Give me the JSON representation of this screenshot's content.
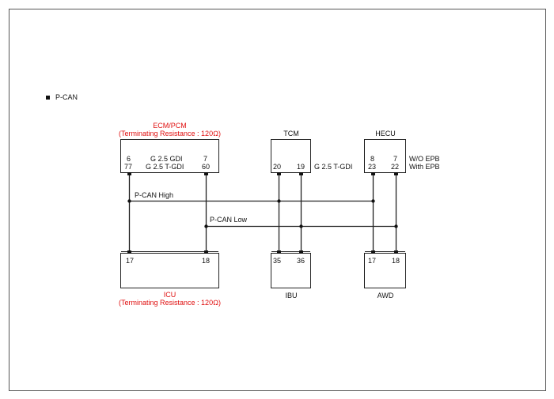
{
  "section_title": "P-CAN",
  "ecm": {
    "name": "ECM/PCM",
    "note": "(Terminating Resistance : 120Ω)",
    "pin_a1": "6",
    "pin_b1": "7",
    "pin_a2": "77",
    "pin_b2": "60",
    "variant1": "G 2.5 GDI",
    "variant2": "G 2.5 T-GDI",
    "color": "#e01010"
  },
  "tcm": {
    "name": "TCM",
    "pin_a": "20",
    "pin_b": "19",
    "variant": "G 2.5 T-GDI"
  },
  "hecu": {
    "name": "HECU",
    "pin_a1": "8",
    "pin_b1": "7",
    "pin_a2": "23",
    "pin_b2": "22",
    "variant1": "W/O EPB",
    "variant2": "With EPB"
  },
  "bus": {
    "high_label": "P-CAN High",
    "low_label": "P-CAN Low"
  },
  "icu": {
    "name": "ICU",
    "note": "(Terminating Resistance : 120Ω)",
    "pin_a": "17",
    "pin_b": "18",
    "color": "#e01010"
  },
  "ibu": {
    "name": "IBU",
    "pin_a": "35",
    "pin_b": "36"
  },
  "awd": {
    "name": "AWD",
    "pin_a": "17",
    "pin_b": "18"
  }
}
